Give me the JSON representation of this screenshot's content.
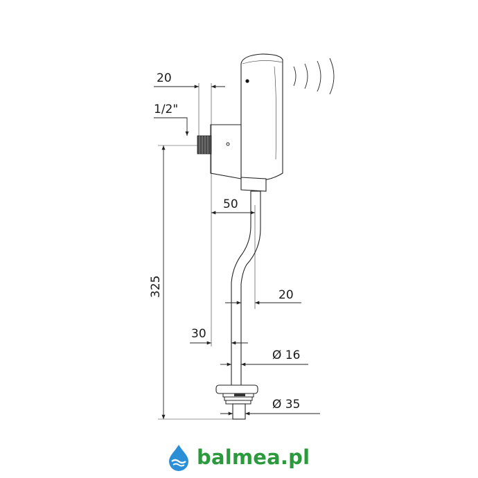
{
  "dimensions": {
    "top_width": "20",
    "thread": "1/2\"",
    "offset": "50",
    "height": "325",
    "pipe_offset": "20",
    "base_offset": "30",
    "pipe_diameter": "Ø 16",
    "flange_diameter": "Ø 35"
  },
  "brand": {
    "name": "balmea.pl",
    "color": "#2b9a3c",
    "drop_color": "#2a8fd6"
  },
  "icons": {
    "logo": "water-drop-icon",
    "sensor": "sensor-waves-icon"
  }
}
